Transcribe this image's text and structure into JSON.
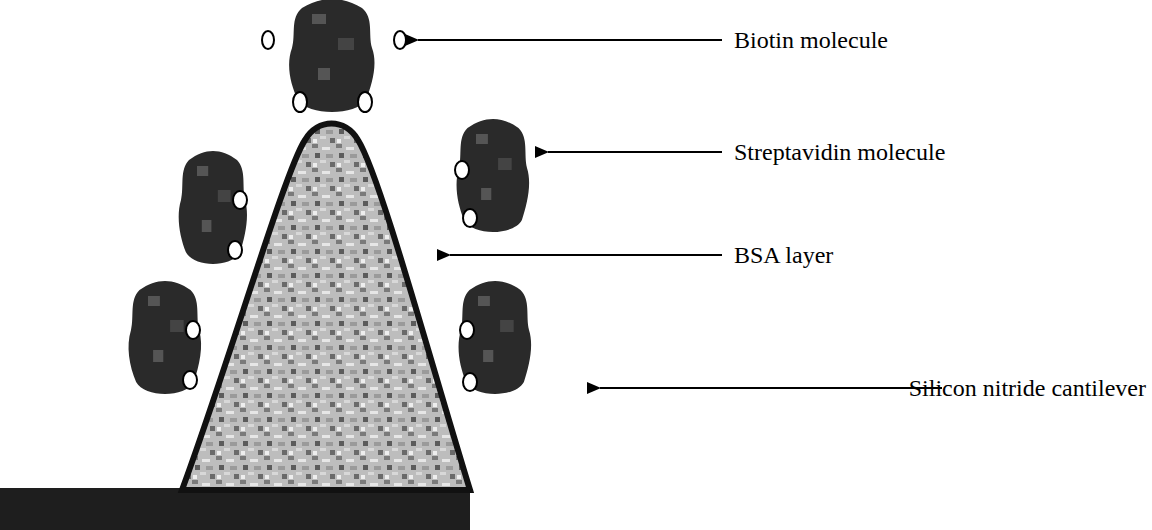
{
  "diagram": {
    "labels": [
      "Biotin molecule",
      "Streptavidin molecule",
      "BSA layer",
      "Silicon nitride cantilever"
    ]
  }
}
